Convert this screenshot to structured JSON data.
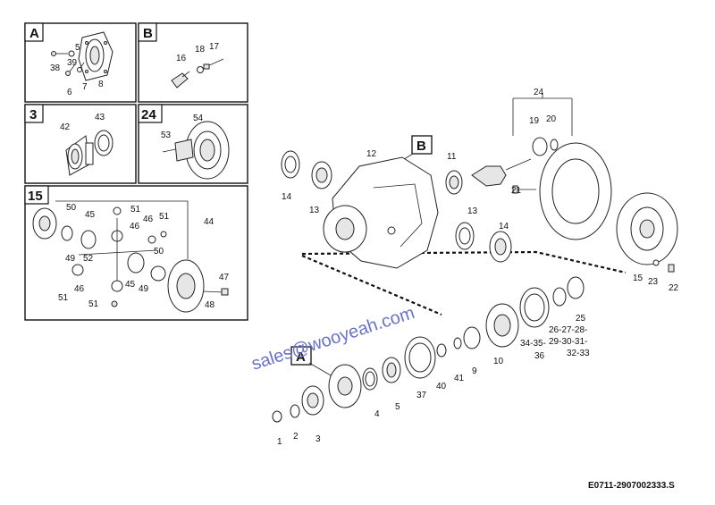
{
  "inset_boxes": [
    {
      "tag": "A",
      "labels": [
        "38",
        "39",
        "5",
        "6",
        "7",
        "8"
      ]
    },
    {
      "tag": "B",
      "labels": [
        "16",
        "18",
        "17"
      ]
    },
    {
      "tag": "3",
      "labels": [
        "42",
        "43"
      ]
    },
    {
      "tag": "24",
      "labels": [
        "54",
        "53"
      ]
    },
    {
      "tag": "15",
      "labels": [
        "50",
        "51",
        "45",
        "46",
        "51",
        "44",
        "49",
        "52",
        "46",
        "50",
        "51",
        "46",
        "45",
        "49",
        "47",
        "48",
        "51"
      ]
    }
  ],
  "main_tags": {
    "b": "B",
    "a": "A"
  },
  "main_labels": [
    "24",
    "19",
    "20",
    "12",
    "11",
    "14",
    "13",
    "21",
    "13",
    "14",
    "15",
    "23",
    "22",
    "25",
    "26-27-28-",
    "29-30-31-",
    "32-33",
    "34-35-",
    "36",
    "10",
    "9",
    "41",
    "40",
    "37",
    "5",
    "4",
    "3",
    "2",
    "1"
  ],
  "watermark": "sales@wooyeah.com",
  "footer_code": "E0711-2907002333.S"
}
